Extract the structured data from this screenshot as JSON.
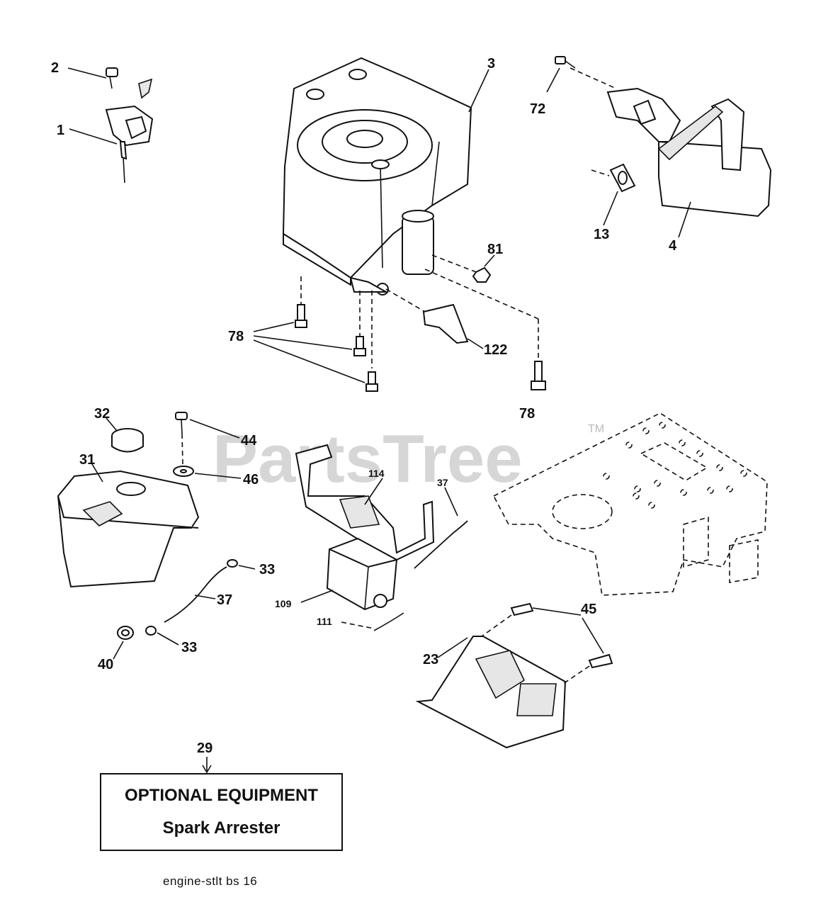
{
  "watermark": {
    "text": "PartsTree",
    "trademark": "TM"
  },
  "callouts": {
    "c1": "1",
    "c2": "2",
    "c3": "3",
    "c4": "4",
    "c13": "13",
    "c72": "72",
    "c81": "81",
    "c78a": "78",
    "c78b": "78",
    "c122": "122",
    "c32": "32",
    "c31": "31",
    "c44": "44",
    "c46": "46",
    "c33a": "33",
    "c33b": "33",
    "c37a": "37",
    "c37b": "37",
    "c40": "40",
    "c114": "114",
    "c109": "109",
    "c111": "111",
    "c45": "45",
    "c23": "23",
    "c29": "29"
  },
  "note": {
    "line1": "OPTIONAL EQUIPMENT",
    "line2": "Spark Arrester"
  },
  "footer": "engine-stlt  bs  16"
}
